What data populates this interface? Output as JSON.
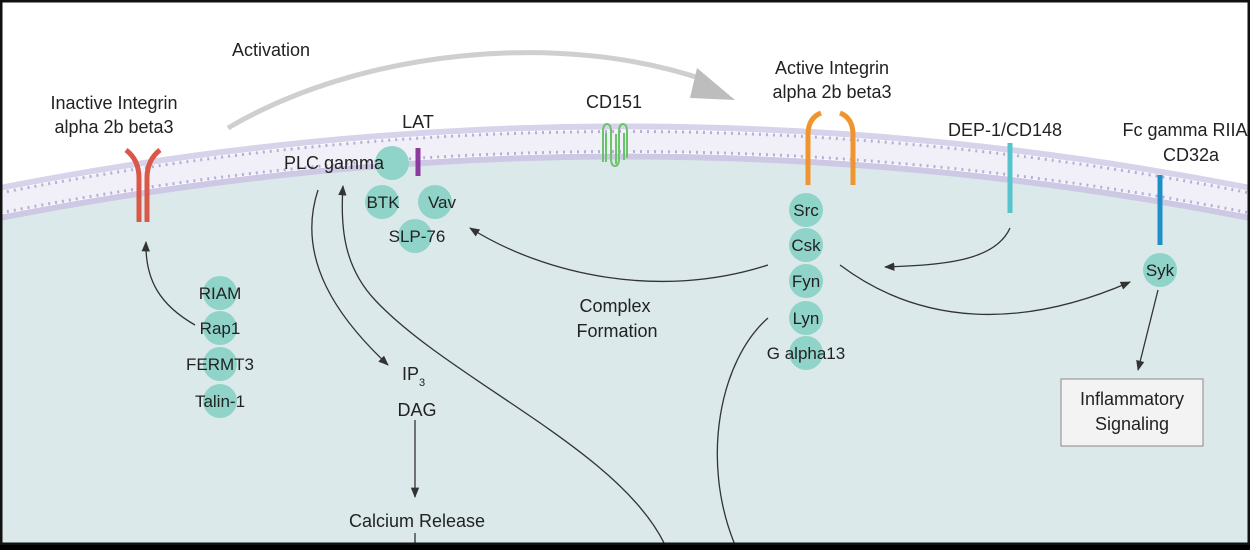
{
  "labels": {
    "activation": "Activation",
    "inactive_integrin_line1": "Inactive Integrin",
    "inactive_integrin_line2": "alpha 2b beta3",
    "active_integrin_line1": "Active Integrin",
    "active_integrin_line2": "alpha 2b beta3",
    "lat": "LAT",
    "plc_gamma": "PLC gamma",
    "btk": "BTK",
    "vav": "Vav",
    "slp76": "SLP-76",
    "cd151": "CD151",
    "dep1": "DEP-1/CD148",
    "fc_line1": "Fc gamma RIIA",
    "fc_line2": "CD32a",
    "syk": "Syk",
    "src": "Src",
    "csk": "Csk",
    "fyn": "Fyn",
    "lyn": "Lyn",
    "galpha13": "G alpha13",
    "complex_line1": "Complex",
    "complex_line2": "Formation",
    "riam": "RIAM",
    "rap1": "Rap1",
    "fermt3": "FERMT3",
    "talin1": "Talin-1",
    "ip3_main": "IP",
    "ip3_sub": "3",
    "dag": "DAG",
    "calcium_release": "Calcium Release",
    "inflammatory_line1": "Inflammatory",
    "inflammatory_line2": "Signaling"
  },
  "colors": {
    "cytoplasm": "#dbe9ea",
    "membrane": "#cdc8e3",
    "protein_node": "#8fd3c9",
    "inactive_integrin": "#d9584a",
    "active_integrin": "#ef9530",
    "lat_bar": "#8b3a9e",
    "cd151": "#6ac46b",
    "dep1_bar": "#56c4cd",
    "fc_bar": "#1f8fc7",
    "activation_arrow": "#c9c9c9"
  }
}
